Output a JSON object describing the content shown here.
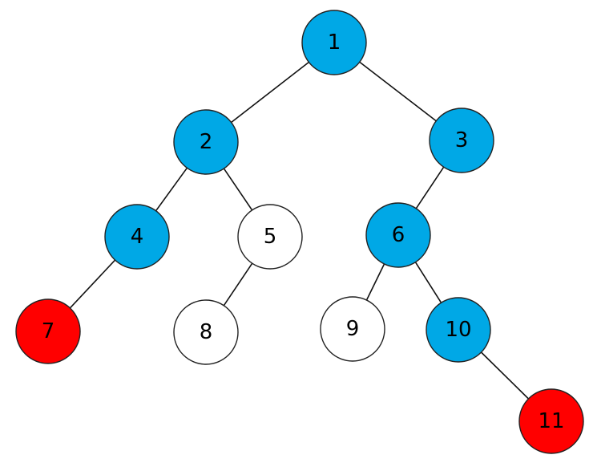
{
  "colors": {
    "blue": "#00A8E6",
    "red": "#FF0000",
    "white": "#FFFFFF"
  },
  "tree": {
    "nodes": [
      {
        "id": "1",
        "label": "1",
        "color": "blue"
      },
      {
        "id": "2",
        "label": "2",
        "color": "blue"
      },
      {
        "id": "3",
        "label": "3",
        "color": "blue"
      },
      {
        "id": "4",
        "label": "4",
        "color": "blue"
      },
      {
        "id": "5",
        "label": "5",
        "color": "white"
      },
      {
        "id": "6",
        "label": "6",
        "color": "blue"
      },
      {
        "id": "7",
        "label": "7",
        "color": "red"
      },
      {
        "id": "8",
        "label": "8",
        "color": "white"
      },
      {
        "id": "9",
        "label": "9",
        "color": "white"
      },
      {
        "id": "10",
        "label": "10",
        "color": "blue"
      },
      {
        "id": "11",
        "label": "11",
        "color": "red"
      }
    ],
    "edges": [
      [
        "1",
        "2"
      ],
      [
        "1",
        "3"
      ],
      [
        "2",
        "4"
      ],
      [
        "2",
        "5"
      ],
      [
        "3",
        "6"
      ],
      [
        "4",
        "7"
      ],
      [
        "5",
        "8"
      ],
      [
        "6",
        "9"
      ],
      [
        "6",
        "10"
      ],
      [
        "10",
        "11"
      ]
    ]
  }
}
